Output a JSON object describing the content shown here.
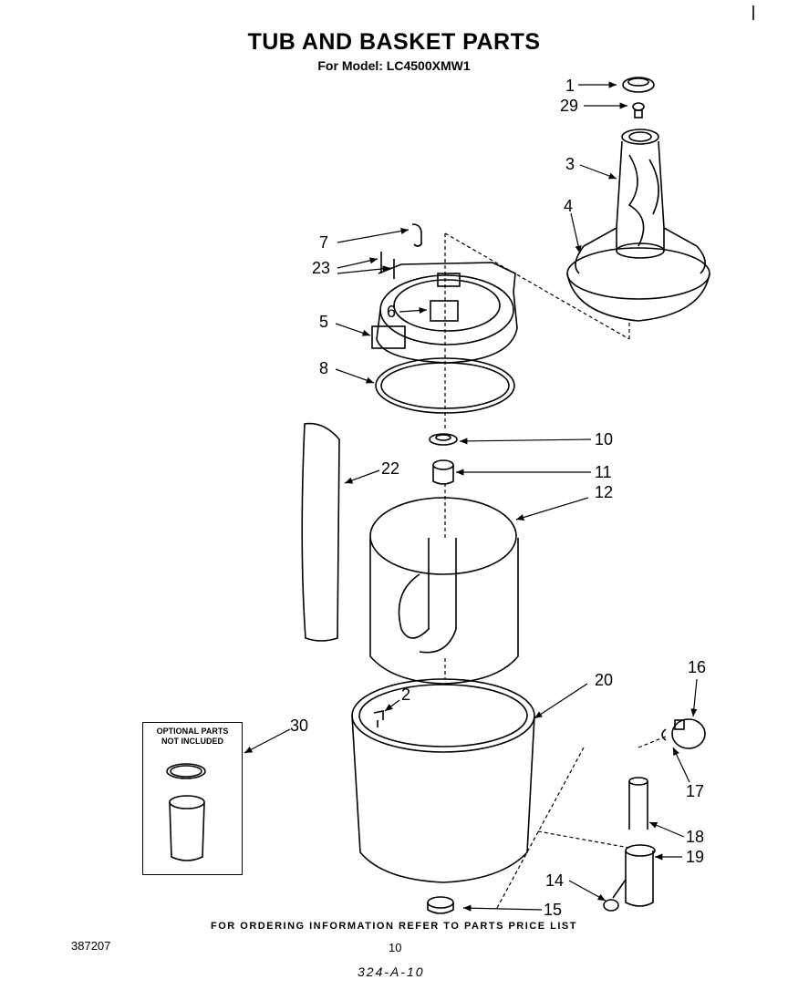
{
  "header": {
    "title": "TUB AND BASKET PARTS",
    "subtitle": "For Model: LC4500XMW1"
  },
  "optional_box": {
    "line1": "OPTIONAL PARTS",
    "line2": "NOT INCLUDED"
  },
  "callouts": {
    "c1": "1",
    "c29": "29",
    "c3": "3",
    "c4": "4",
    "c7": "7",
    "c23": "23",
    "c6": "6",
    "c5": "5",
    "c8": "8",
    "c10": "10",
    "c11": "11",
    "c22": "22",
    "c12": "12",
    "c20": "20",
    "c2": "2",
    "c30": "30",
    "c16": "16",
    "c17": "17",
    "c18": "18",
    "c19": "19",
    "c14": "14",
    "c15": "15"
  },
  "footer": {
    "note": "FOR ORDERING INFORMATION REFER TO PARTS PRICE LIST",
    "doc_number": "387207",
    "page_number": "10",
    "hand_note": "324-A-10"
  }
}
